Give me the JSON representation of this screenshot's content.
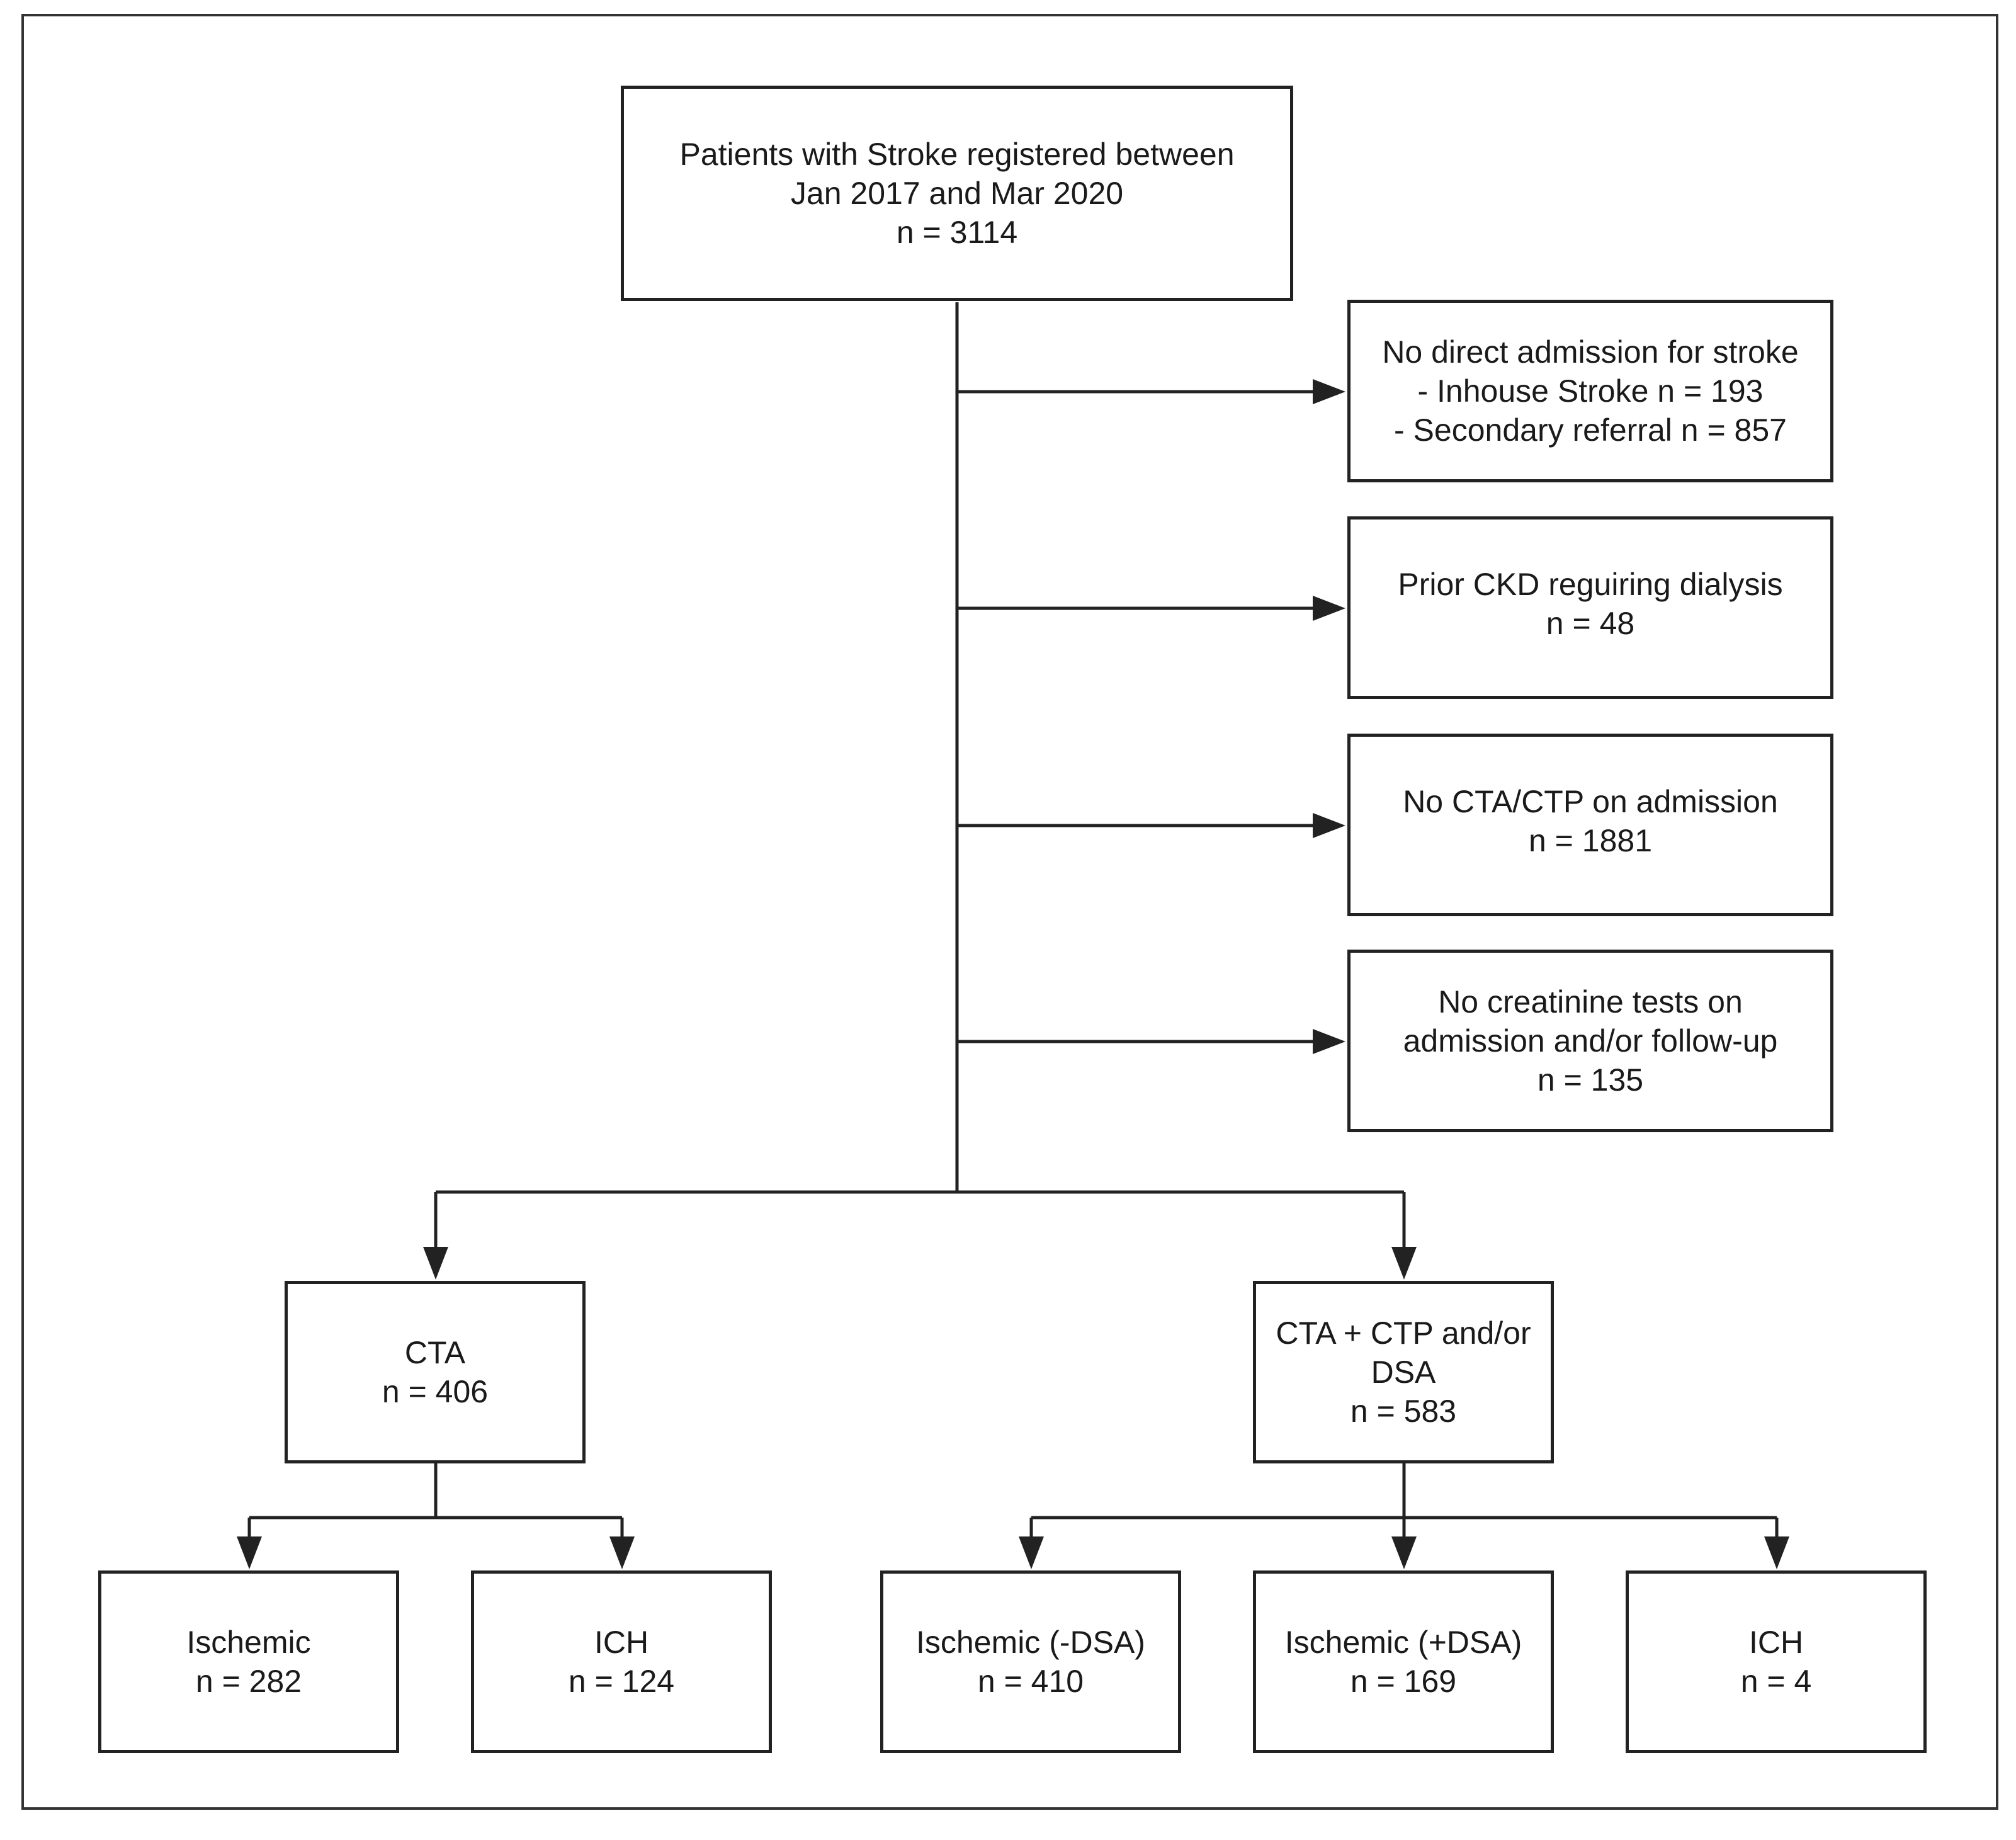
{
  "flowchart": {
    "start": {
      "lines": [
        "Patients with Stroke registered between",
        "Jan 2017 and Mar 2020",
        "n = 3114"
      ]
    },
    "exclusions": [
      {
        "lines": [
          "No direct admission for stroke",
          "- Inhouse Stroke n = 193",
          "- Secondary referral n = 857"
        ]
      },
      {
        "lines": [
          "Prior CKD reguiring dialysis",
          "n = 48"
        ]
      },
      {
        "lines": [
          "No CTA/CTP on admission",
          "n = 1881"
        ]
      },
      {
        "lines": [
          "No creatinine tests on",
          "admission and/or follow-up",
          "n = 135"
        ]
      }
    ],
    "groups": {
      "cta": {
        "lines": [
          "CTA",
          "n = 406"
        ]
      },
      "cta_ctp": {
        "lines": [
          "CTA + CTP and/or",
          "DSA",
          "n = 583"
        ]
      }
    },
    "outcomes": {
      "cta_ischemic": {
        "lines": [
          "Ischemic",
          "n = 282"
        ]
      },
      "cta_ich": {
        "lines": [
          "ICH",
          "n = 124"
        ]
      },
      "ctp_ischemic_no_dsa": {
        "lines": [
          "Ischemic (-DSA)",
          "n = 410"
        ]
      },
      "ctp_ischemic_dsa": {
        "lines": [
          "Ischemic (+DSA)",
          "n = 169"
        ]
      },
      "ctp_ich": {
        "lines": [
          "ICH",
          "n = 4"
        ]
      }
    }
  }
}
